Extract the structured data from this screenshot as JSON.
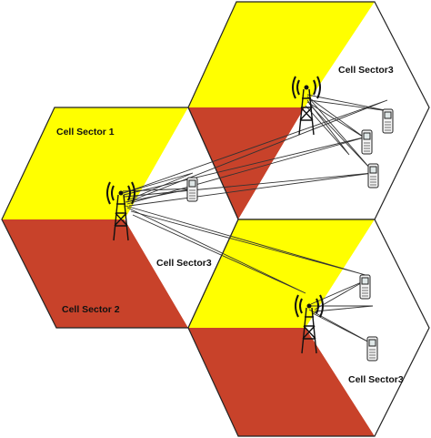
{
  "colors": {
    "yellow": "#ffff00",
    "red": "#c8422a",
    "white": "#ffffff",
    "outline": "#222222",
    "link": "#333333"
  },
  "icons": {
    "tower": "radio-tower-icon",
    "phone": "mobile-phone-icon"
  },
  "labels": {
    "top_sector3": "Cell Sector3",
    "left_sector1": "Cell Sector 1",
    "left_sector2": "Cell Sector 2",
    "left_sector3": "Cell Sector3",
    "bottom_sector3": "Cell Sector3"
  }
}
